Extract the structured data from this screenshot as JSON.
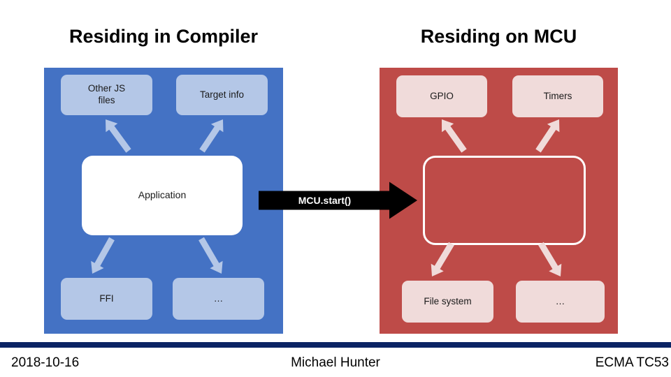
{
  "titles": {
    "compiler": "Residing in Compiler",
    "mcu": "Residing on MCU"
  },
  "compiler_panel": {
    "other_js": "Other JS\nfiles",
    "target_info": "Target info",
    "application": "Application",
    "ffi": "FFI",
    "more": "…"
  },
  "mcu_panel": {
    "gpio": "GPIO",
    "timers": "Timers",
    "file_system": "File system",
    "more": "…"
  },
  "transfer": {
    "label": "MCU.start()"
  },
  "footer": {
    "date": "2018-10-16",
    "author": "Michael Hunter",
    "organization": "ECMA TC53"
  },
  "colors": {
    "panel_blue": "#4472C4",
    "box_blue": "#B4C7E7",
    "arrow_blue": "#B4C7E7",
    "panel_red": "#BE4B48",
    "box_pink": "#F0DBDA",
    "arrow_pink": "#F0DBDA",
    "app_box_bg": "#FFFFFF",
    "outline_border": "#FFFFFF",
    "transfer_arrow": "#000000",
    "title_text": "#000000",
    "box_text": "#1A1A1A",
    "footer_bar": "#0B2464",
    "footer_text": "#000000"
  }
}
